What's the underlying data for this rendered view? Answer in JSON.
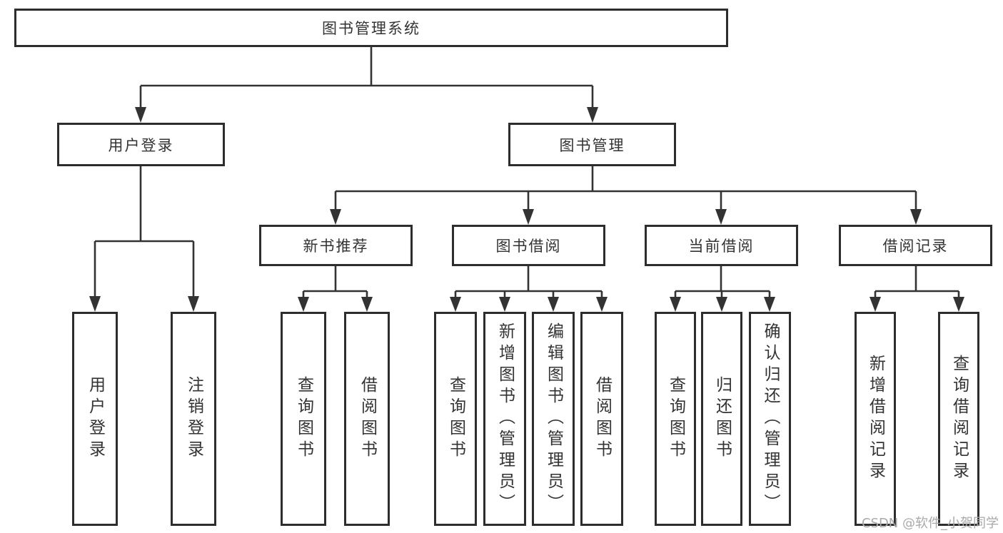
{
  "diagram": {
    "root": {
      "label": "图书管理系统"
    },
    "branches": [
      {
        "label": "用户登录",
        "children": [
          {
            "label": "用户登录"
          },
          {
            "label": "注销登录"
          }
        ]
      },
      {
        "label": "图书管理",
        "children": [
          {
            "label": "新书推荐",
            "children": [
              {
                "label": "查询图书"
              },
              {
                "label": "借阅图书"
              }
            ]
          },
          {
            "label": "图书借阅",
            "children": [
              {
                "label": "查询图书"
              },
              {
                "label": "新增图书（管理员）"
              },
              {
                "label": "编辑图书（管理员）"
              },
              {
                "label": "借阅图书"
              }
            ]
          },
          {
            "label": "当前借阅",
            "children": [
              {
                "label": "查询图书"
              },
              {
                "label": "归还图书"
              },
              {
                "label": "确认归还（管理员）"
              }
            ]
          },
          {
            "label": "借阅记录",
            "children": [
              {
                "label": "新增借阅记录"
              },
              {
                "label": "查询借阅记录"
              }
            ]
          }
        ]
      }
    ]
  },
  "watermark": {
    "text": "CSDN @软件_小贺同学"
  },
  "colors": {
    "line": "#333333",
    "border": "#2d2d2d",
    "text": "#333333",
    "watermark": "#a9a9a9",
    "background": "#ffffff"
  }
}
